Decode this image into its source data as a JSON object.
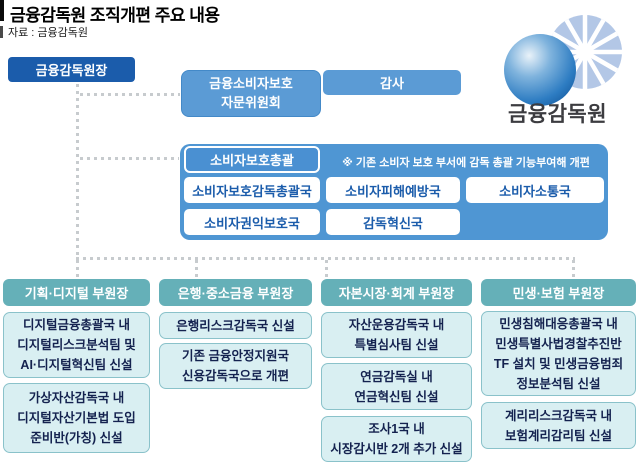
{
  "header": {
    "title": "금융감독원 조직개편 주요 내용",
    "source": "자료 : 금융감독원"
  },
  "logo": {
    "label": "금융감독원"
  },
  "governor": {
    "label": "금융감독원장"
  },
  "advisory": {
    "label": "금융소비자보호\n자문위원회"
  },
  "auditor": {
    "label": "감사"
  },
  "consumer": {
    "tab": "소비자보호총괄",
    "note": "※ 기존 소비자 보호 부서에 감독 총괄 기능부여해 개편",
    "bureaus": [
      "소비자보호감독총괄국",
      "소비자피해예방국",
      "소비자소통국",
      "소비자권익보호국",
      "감독혁신국"
    ]
  },
  "divisions": [
    {
      "head": "기획·디지털 부원장",
      "items": [
        "디지털금융총괄국 내\n디지털리스크분석팀 및\nAI·디지털혁신팀 신설",
        "가상자산감독국 내\n디지털자산기본법 도입\n준비반(가칭) 신설"
      ]
    },
    {
      "head": "은행·중소금융 부원장",
      "items": [
        "은행리스크감독국 신설",
        "기존 금융안정지원국\n신용감독국으로 개편"
      ]
    },
    {
      "head": "자본시장·회계 부원장",
      "items": [
        "자산운용감독국 내\n특별심사팀 신설",
        "연금감독실 내\n연금혁신팀 신설",
        "조사1국 내\n시장감시반 2개 추가 신설"
      ]
    },
    {
      "head": "민생·보험 부원장",
      "items": [
        "민생침해대응총괄국 내\n민생특별사법경찰추진반\nTF 설치 및 민생금융범죄\n정보분석팀 신설",
        "계리리스크감독국 내\n보험계리감리팀 신설"
      ]
    }
  ],
  "colors": {
    "governor_bg": "#1b5cab",
    "blue_box": "#5b9bd5",
    "consumer_panel": "#4f96d3",
    "division_head": "#65b0b8",
    "item_bg": "#d9eff2",
    "item_border": "#8ac2ca",
    "item_text": "#14224f",
    "connector": "#c7cbce",
    "logo_sphere": "#2d7cc2",
    "logo_ray_circle": "#b3c7e6"
  }
}
